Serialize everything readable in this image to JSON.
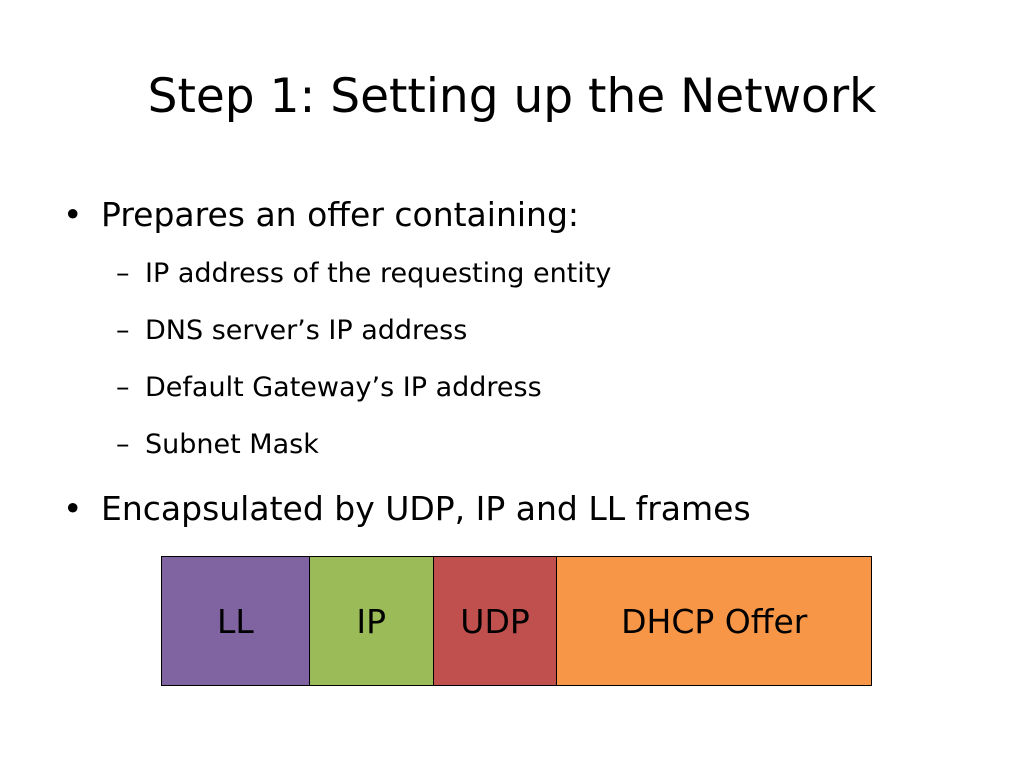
{
  "slide": {
    "title": "Step 1: Setting up the Network",
    "bullets": [
      {
        "marker": "•",
        "text": "Prepares an offer containing:",
        "sub": [
          {
            "marker": "–",
            "text": "IP address of the requesting entity"
          },
          {
            "marker": "–",
            "text": "DNS server’s IP address"
          },
          {
            "marker": "–",
            "text": "Default Gateway’s IP address"
          },
          {
            "marker": "–",
            "text": "Subnet Mask"
          }
        ]
      },
      {
        "marker": "•",
        "text": "Encapsulated by UDP, IP and LL frames"
      }
    ]
  },
  "frame_diagram": {
    "segments": [
      {
        "label": "LL",
        "color": "#8064a2"
      },
      {
        "label": "IP",
        "color": "#9bbb59"
      },
      {
        "label": "UDP",
        "color": "#c0504d"
      },
      {
        "label": "DHCP Offer",
        "color": "#f79646"
      }
    ]
  }
}
